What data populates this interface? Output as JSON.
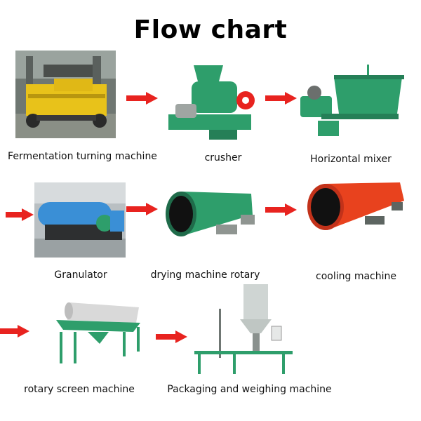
{
  "title": "Flow chart",
  "steps": [
    {
      "label": "Fermentation turning machine",
      "icon": "fermentation-turner-photo"
    },
    {
      "label": "crusher",
      "icon": "crusher-photo"
    },
    {
      "label": "Horizontal mixer",
      "icon": "horizontal-mixer-photo"
    },
    {
      "label": "Granulator",
      "icon": "granulator-photo"
    },
    {
      "label": "drying machine rotary",
      "icon": "rotary-dryer-photo"
    },
    {
      "label": "cooling machine",
      "icon": "cooling-machine-photo"
    },
    {
      "label": "rotary screen machine",
      "icon": "rotary-screen-photo"
    },
    {
      "label": "Packaging and weighing machine",
      "icon": "packaging-scale-photo"
    }
  ],
  "colors": {
    "arrow": "#e8231f",
    "machine_green": "#2e9e6b",
    "machine_yellow": "#e8c21a",
    "dryer_red": "#e8421e",
    "granulator_blue": "#3a8fd6"
  }
}
